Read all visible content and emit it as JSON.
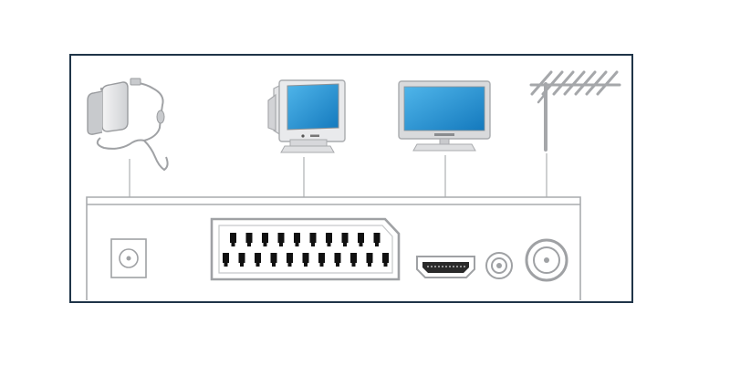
{
  "diagram": {
    "devices": [
      {
        "id": "power-adapter",
        "icon": "power-adapter-icon"
      },
      {
        "id": "crt-monitor",
        "icon": "crt-monitor-icon"
      },
      {
        "id": "flat-tv",
        "icon": "flat-tv-icon"
      },
      {
        "id": "antenna",
        "icon": "antenna-icon"
      }
    ],
    "ports": [
      {
        "id": "dc-in",
        "icon": "dc-power-port-icon"
      },
      {
        "id": "scart",
        "icon": "scart-port-icon"
      },
      {
        "id": "hdmi",
        "icon": "hdmi-port-icon"
      },
      {
        "id": "coaxial-audio",
        "icon": "coaxial-audio-port-icon"
      },
      {
        "id": "rf-in",
        "icon": "rf-antenna-port-icon"
      }
    ],
    "connections": [
      {
        "from": "power-adapter",
        "to": "dc-in"
      },
      {
        "from": "crt-monitor",
        "to": "scart"
      },
      {
        "from": "flat-tv",
        "to": "hdmi"
      },
      {
        "from": "antenna",
        "to": "rf-in"
      }
    ],
    "colors": {
      "frame": "#1f3448",
      "outline": "#b8babc",
      "screen": "#1d8fd0",
      "device_body": "#dcdde0",
      "pin": "#111111"
    }
  }
}
